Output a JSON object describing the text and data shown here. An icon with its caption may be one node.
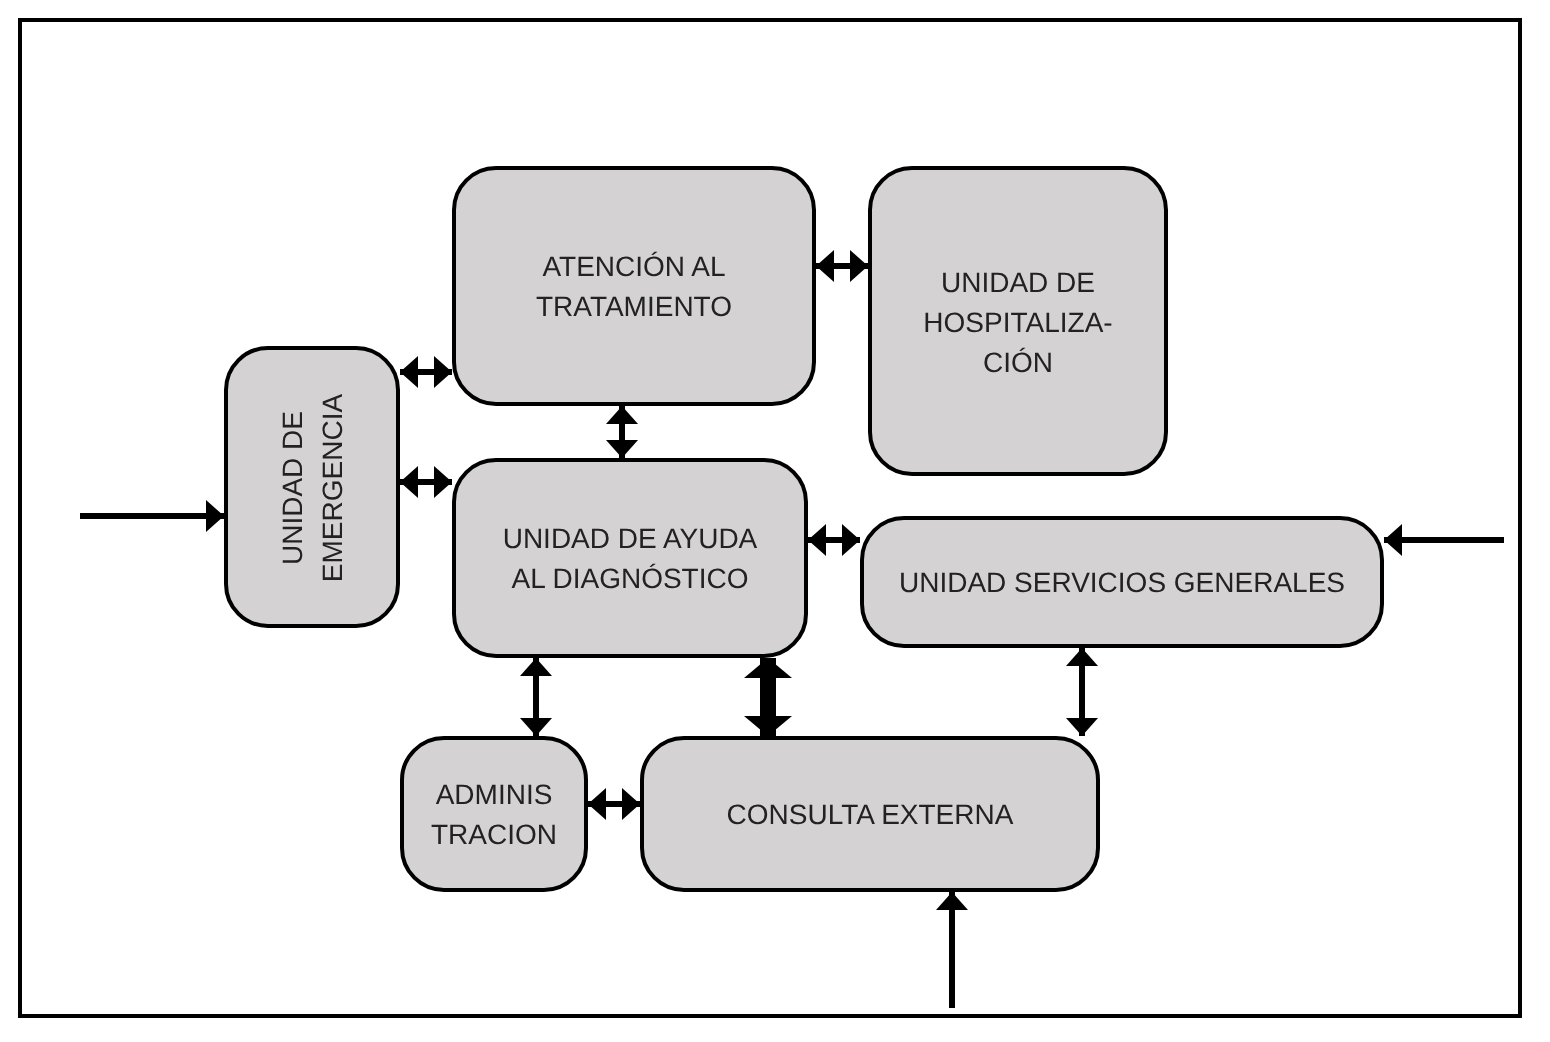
{
  "diagram": {
    "nodes": [
      {
        "text": [
          "ATENCIÓN AL TRATAMIENTO"
        ]
      },
      {
        "text": [
          "UNIDAD DE HOSPITALIZA- CIÓN"
        ]
      },
      {
        "text": [
          "UNIDAD DE EMERGENCIA"
        ]
      },
      {
        "text": [
          "UNIDAD DE AYUDA AL DIAGNÓSTICO"
        ]
      },
      {
        "text": [
          "UNIDAD SERVICIOS GENERALES"
        ]
      },
      {
        "text": [
          "ADMINIS TRACION"
        ]
      },
      {
        "text": [
          "CONSULTA EXTERNA"
        ]
      }
    ],
    "edges": [
      {
        "from": 2,
        "to": 0,
        "arrow": "both"
      },
      {
        "from": 2,
        "to": 3,
        "arrow": "both"
      },
      {
        "from": 0,
        "to": 3,
        "arrow": "both"
      },
      {
        "from": 0,
        "to": 1,
        "arrow": "both"
      },
      {
        "from": 3,
        "to": 4,
        "arrow": "both"
      },
      {
        "from": 3,
        "to": 5,
        "arrow": "both"
      },
      {
        "from": 3,
        "to": 6,
        "arrow": "both",
        "style": "thick"
      },
      {
        "from": 4,
        "to": 6,
        "arrow": "both"
      },
      {
        "from": 5,
        "to": 6,
        "arrow": "both"
      },
      {
        "from": null,
        "to": 2,
        "arrow": "to"
      },
      {
        "from": null,
        "to": 4,
        "arrow": "to"
      },
      {
        "from": null,
        "to": 6,
        "arrow": "to"
      }
    ]
  }
}
